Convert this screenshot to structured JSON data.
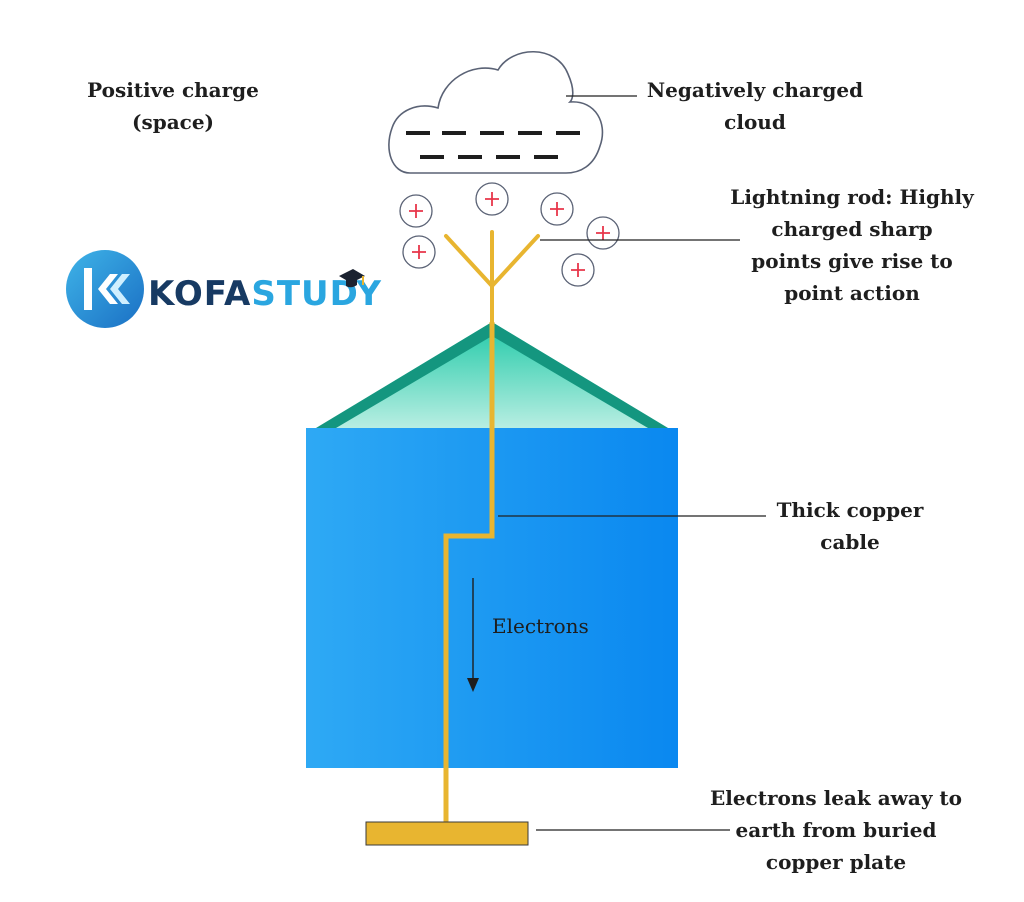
{
  "labels": {
    "positive_charge": [
      "Positive charge",
      "(space)"
    ],
    "negative_cloud": [
      "Negatively charged",
      "cloud"
    ],
    "lightning_rod": [
      "Lightning rod: Highly",
      "charged sharp",
      "points give rise to",
      "point action"
    ],
    "copper_cable": [
      "Thick copper",
      "cable"
    ],
    "electrons": "Electrons",
    "earth_plate": [
      "Electrons leak away to",
      "earth from buried",
      "copper plate"
    ]
  },
  "cloud_charge_sign": "–",
  "positive_charge_sign": "+",
  "logo": {
    "part1": "KOFA",
    "part2": "STUDY"
  },
  "icons": [
    "graduation-cap-icon",
    "logo-chevron-icon",
    "arrow-down-icon"
  ],
  "colors": {
    "building_blue": "#1f9cf5",
    "roof_teal": "#1fb59a",
    "copper": "#e8b530",
    "plus_red": "#e8364a",
    "leader_line": "#222222"
  }
}
